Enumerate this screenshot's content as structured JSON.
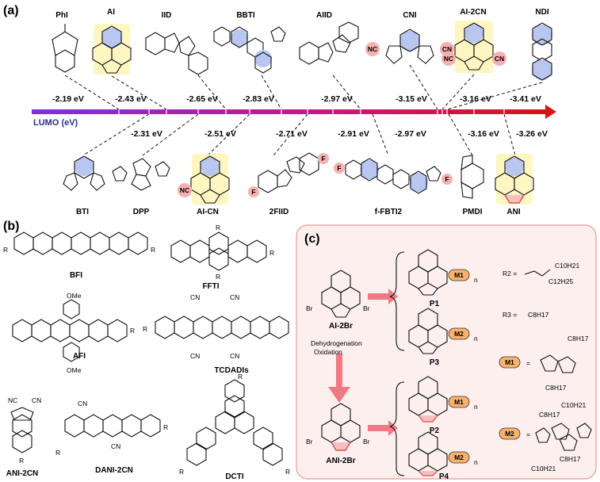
{
  "figure": {
    "panel_a": {
      "label": "(a)",
      "axis_label": "LUMO (eV)",
      "top_molecules": [
        {
          "name": "PhI",
          "lumo": "-2.19 eV"
        },
        {
          "name": "AI",
          "lumo": "-2.43 eV"
        },
        {
          "name": "IID",
          "lumo": "-2.65 eV"
        },
        {
          "name": "BBTI",
          "lumo": "-2.83 eV"
        },
        {
          "name": "AIID",
          "lumo": "-2.97 eV"
        },
        {
          "name": "CNI",
          "lumo": "-3.15 eV"
        },
        {
          "name": "AI-2CN",
          "lumo": "-3.16 eV"
        },
        {
          "name": "NDI",
          "lumo": "-3.41 eV"
        }
      ],
      "bottom_molecules": [
        {
          "name": "BTI",
          "lumo": "-2.31 eV"
        },
        {
          "name": "DPP",
          "lumo": "-2.51 eV"
        },
        {
          "name": "AI-CN",
          "lumo": "-2.71 eV"
        },
        {
          "name": "2FIID",
          "lumo": "-2.91 eV"
        },
        {
          "name": "f-FBTI2",
          "lumo": "-2.97 eV"
        },
        {
          "name": "PMDI",
          "lumo": "-3.16 eV"
        },
        {
          "name": "ANI",
          "lumo": "-3.26 eV"
        }
      ],
      "substituents": {
        "cn": "NC",
        "cn_r": "CN",
        "f": "F"
      }
    },
    "panel_b": {
      "label": "(b)",
      "molecules": [
        "BFI",
        "FFTI",
        "AFI",
        "TCDADIs",
        "ANI-2CN",
        "DANI-2CN",
        "DCTI"
      ],
      "groups": {
        "ome": "OMe",
        "cn": "CN",
        "nc": "NC",
        "r": "R"
      }
    },
    "panel_c": {
      "label": "(c)",
      "start_monomer": "AI-2Br",
      "end_monomer": "ANI-2Br",
      "step_line1": "Dehydrogenation",
      "step_line2": "Oxidation",
      "polymers": [
        "P1",
        "P3",
        "P2",
        "P4"
      ],
      "comonomers": [
        "M1",
        "M2"
      ],
      "r_groups": {
        "r2": "R2 =",
        "r2_chain_top": "C10H21",
        "r2_chain_bottom": "C12H25",
        "r3": "R3 =",
        "r3_chain": "C8H17"
      },
      "m1_chains": [
        "C8H17",
        "C8H17"
      ],
      "m2_chains": [
        "C10H21",
        "C8H17",
        "C8H17",
        "C10H21"
      ],
      "br": "Br",
      "n": "n",
      "equals": "="
    }
  },
  "colors": {
    "arrow_start": "#8a2be2",
    "arrow_end": "#d01010",
    "highlight_yellow": "#fff2a8",
    "highlight_blue": "#b9c7f0",
    "substituent_pink": "#f7b0b0",
    "panel_c_bg": "#fcefed",
    "panel_c_border": "#e89a9a",
    "m_box": "#f9b26b"
  }
}
